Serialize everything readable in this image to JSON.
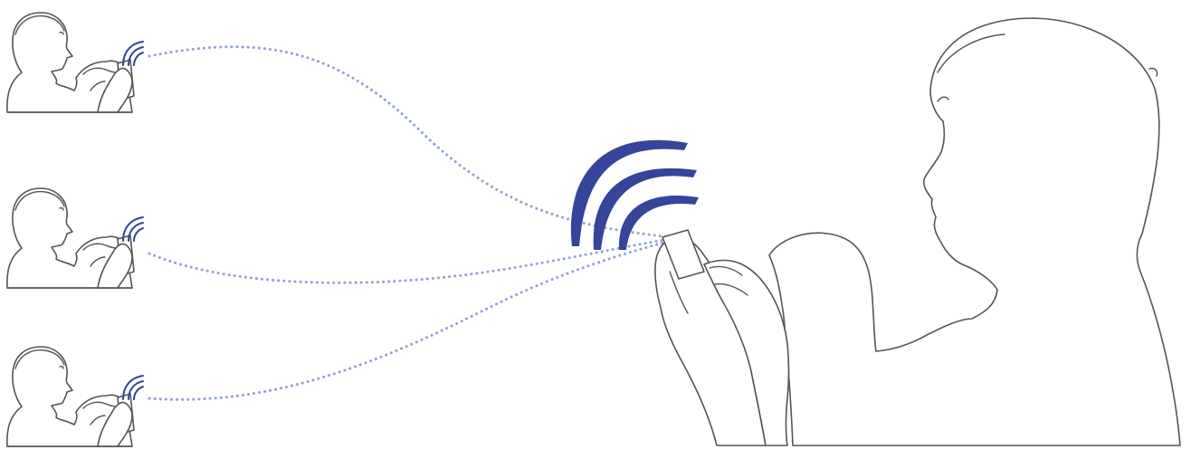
{
  "colors": {
    "signal": "#35459a",
    "link": "#8fa2d6",
    "outline": "#555555",
    "background": "#ffffff"
  },
  "diagram": {
    "host": {
      "figure": "large-person-silhouette-with-phone",
      "signal_waves": 3
    },
    "peers": [
      {
        "figure": "small-person-silhouette-with-phone",
        "signal_waves": 3
      },
      {
        "figure": "small-person-silhouette-with-phone",
        "signal_waves": 3
      },
      {
        "figure": "small-person-silhouette-with-phone",
        "signal_waves": 3
      }
    ],
    "connections": [
      {
        "from": "host",
        "to": "peer-1",
        "style": "dotted"
      },
      {
        "from": "host",
        "to": "peer-2",
        "style": "dotted"
      },
      {
        "from": "host",
        "to": "peer-3",
        "style": "dotted"
      }
    ]
  }
}
